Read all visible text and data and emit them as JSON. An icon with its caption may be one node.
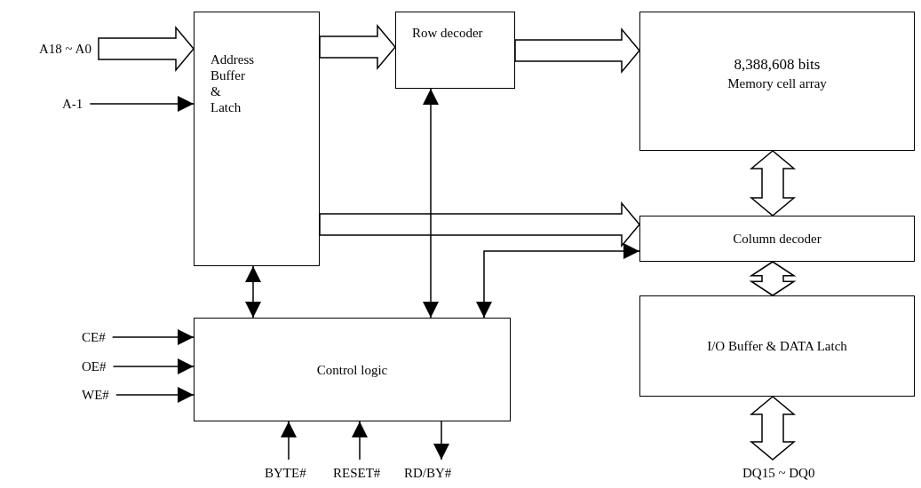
{
  "diagram": {
    "nodes": [
      {
        "text": [
          "Address Buffer & Latch"
        ]
      },
      {
        "text": [
          "Row decoder"
        ]
      },
      {
        "text": [
          "8,388,608 bits",
          "Memory cell array"
        ]
      },
      {
        "text": [
          "Column decoder"
        ]
      },
      {
        "text": [
          "I/O Buffer & DATA Latch"
        ]
      },
      {
        "text": [
          "Control logic"
        ]
      },
      {
        "text": [
          "A18 ~ A0"
        ]
      },
      {
        "text": [
          "A-1"
        ]
      },
      {
        "text": [
          "CE#"
        ]
      },
      {
        "text": [
          "OE#"
        ]
      },
      {
        "text": [
          "WE#"
        ]
      },
      {
        "text": [
          "BYTE#"
        ]
      },
      {
        "text": [
          "RESET#"
        ]
      },
      {
        "text": [
          "RD/BY#"
        ]
      },
      {
        "text": [
          "DQ15 ~ DQ0"
        ]
      }
    ],
    "edges": [
      {
        "from": 6,
        "to": 0,
        "arrow": "to",
        "style": "thick"
      },
      {
        "from": 7,
        "to": 0,
        "arrow": "to"
      },
      {
        "from": 0,
        "to": 1,
        "arrow": "to",
        "style": "thick"
      },
      {
        "from": 1,
        "to": 2,
        "arrow": "to",
        "style": "thick"
      },
      {
        "from": 0,
        "to": 3,
        "arrow": "to",
        "style": "thick"
      },
      {
        "from": 2,
        "to": 3,
        "arrow": "both",
        "style": "thick"
      },
      {
        "from": 3,
        "to": 4,
        "arrow": "both",
        "style": "thick"
      },
      {
        "from": 4,
        "to": 14,
        "arrow": "both",
        "style": "thick"
      },
      {
        "from": 0,
        "to": 5,
        "arrow": "both"
      },
      {
        "from": 1,
        "to": 5,
        "arrow": "both"
      },
      {
        "from": 5,
        "to": 3,
        "arrow": "both"
      },
      {
        "from": 8,
        "to": 5,
        "arrow": "to"
      },
      {
        "from": 9,
        "to": 5,
        "arrow": "to"
      },
      {
        "from": 10,
        "to": 5,
        "arrow": "to"
      },
      {
        "from": 11,
        "to": 5,
        "arrow": "to"
      },
      {
        "from": 12,
        "to": 5,
        "arrow": "to"
      },
      {
        "from": 5,
        "to": 13,
        "arrow": "to"
      }
    ]
  }
}
